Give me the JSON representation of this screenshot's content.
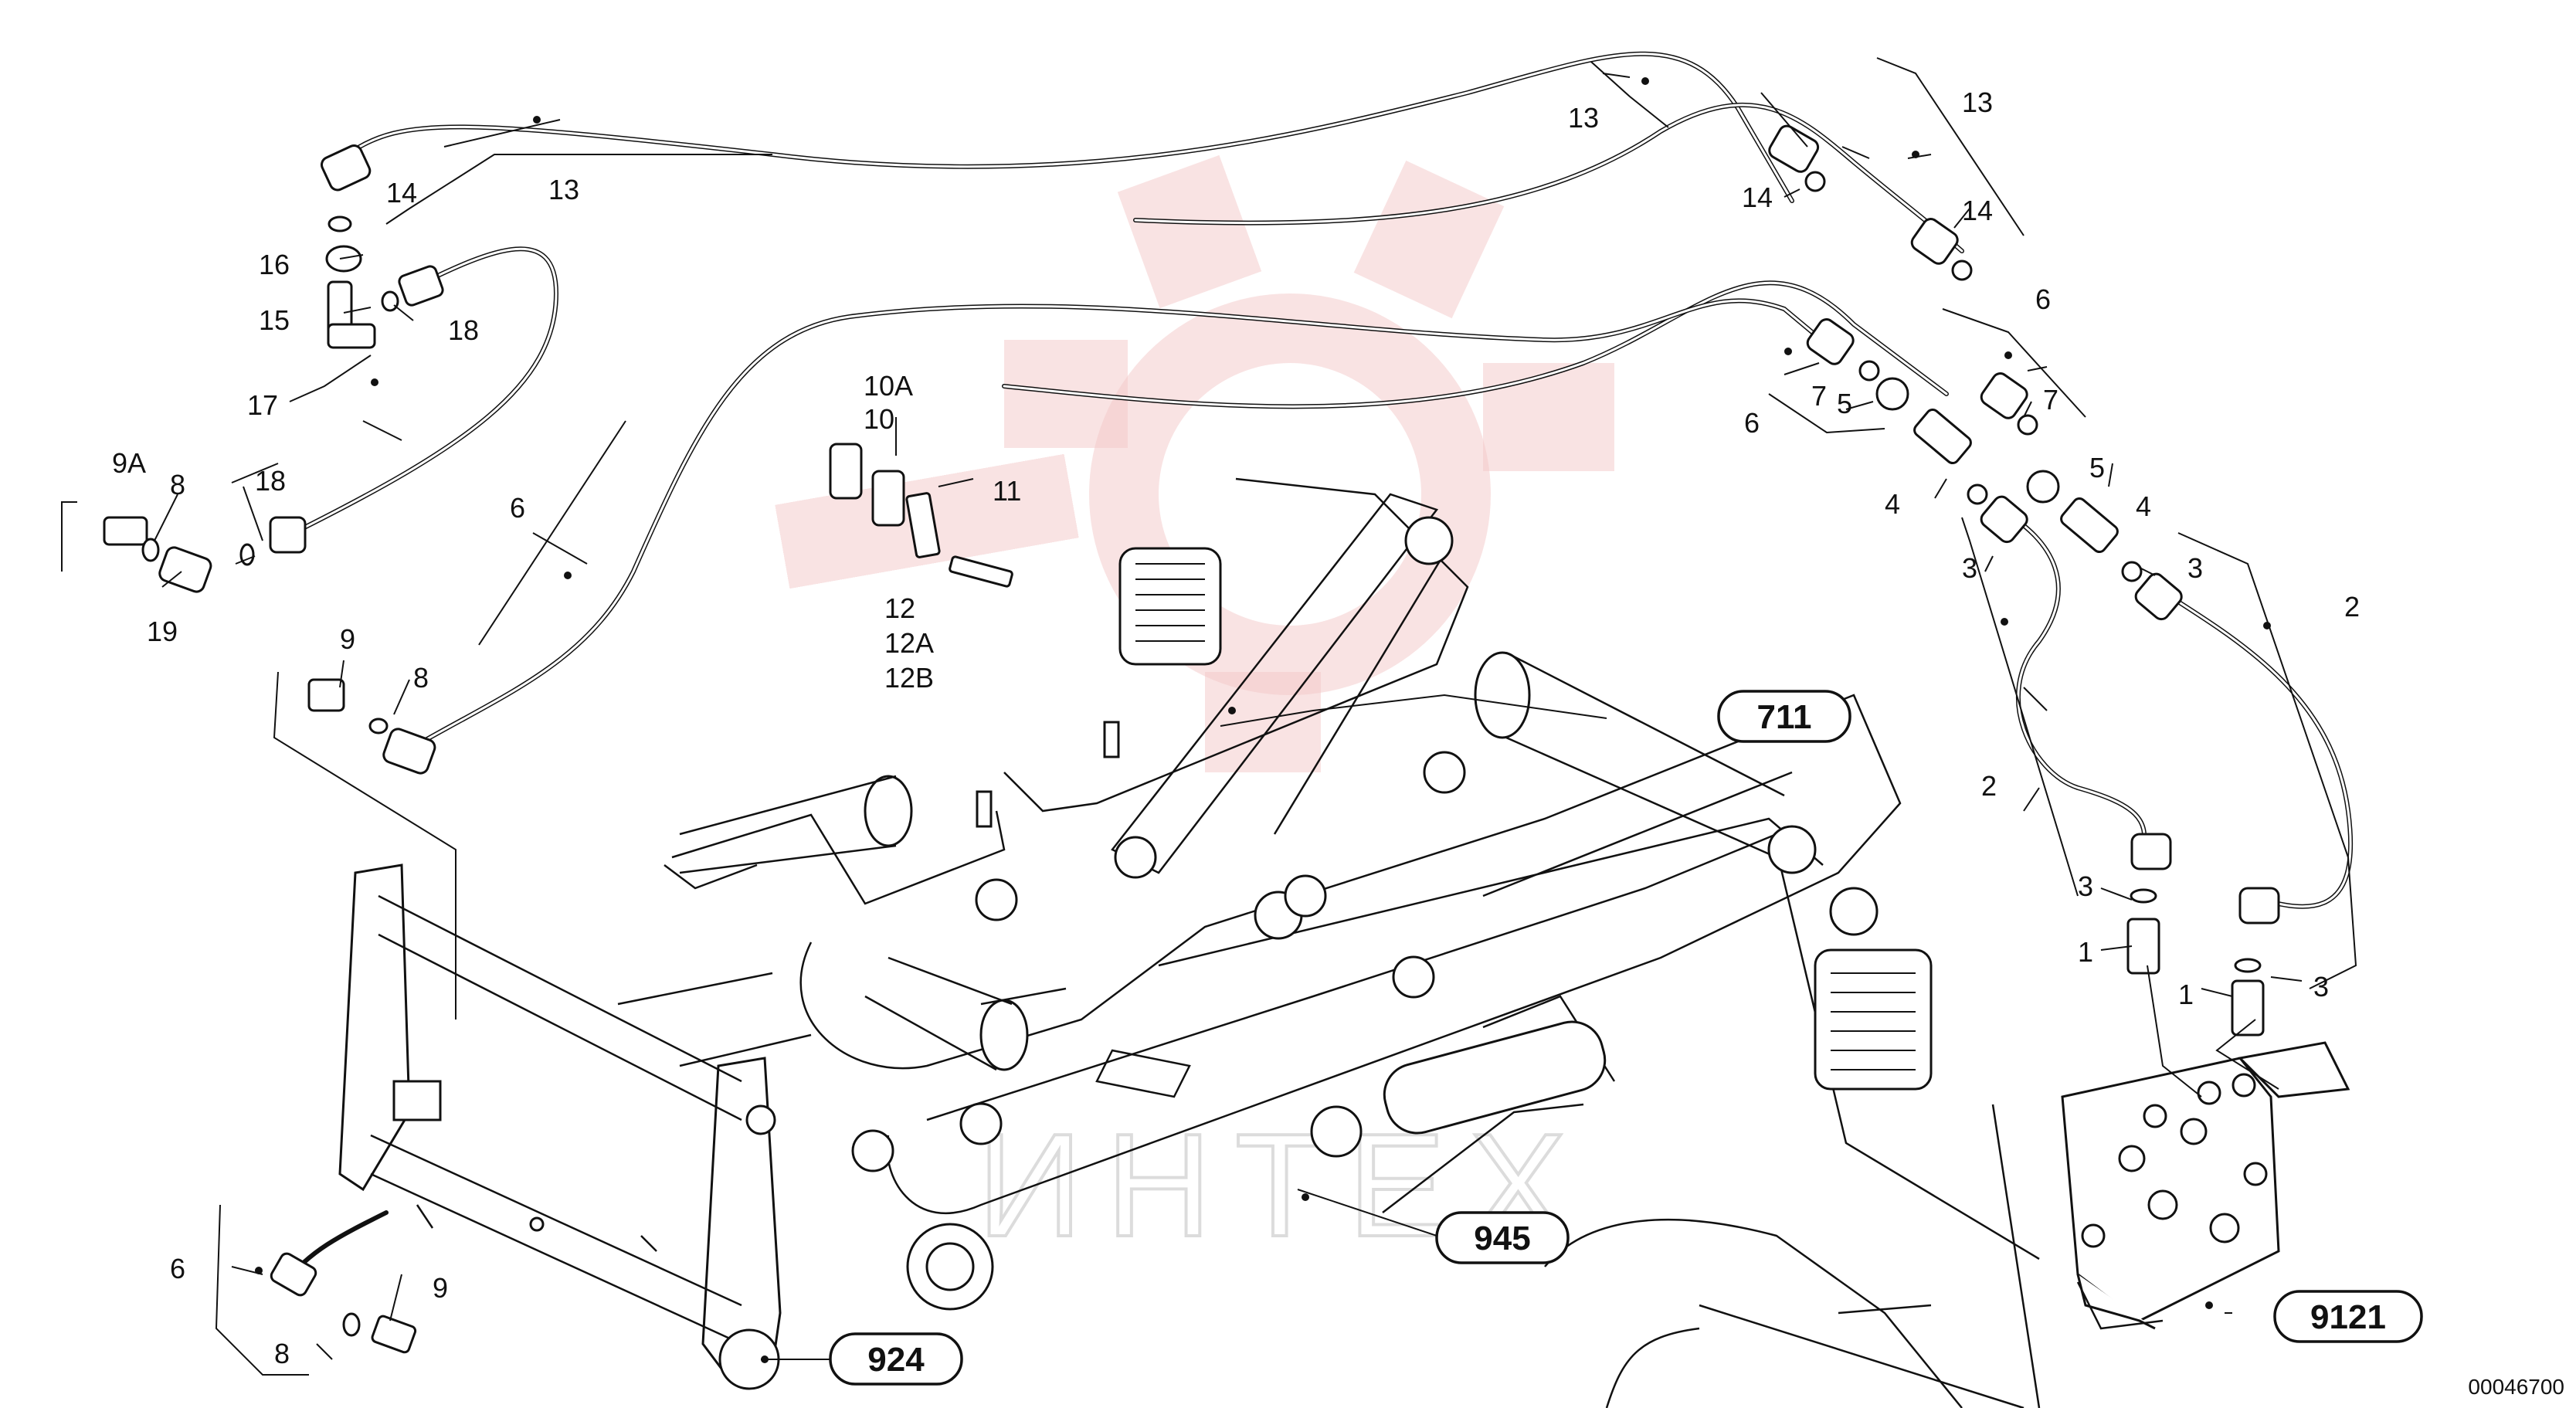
{
  "watermark_text": "ИНТЕХ",
  "drawing_code": "00046700",
  "callouts": [
    {
      "id": "c-13a",
      "text": "13"
    },
    {
      "id": "c-14a",
      "text": "14"
    },
    {
      "id": "c-16",
      "text": "16"
    },
    {
      "id": "c-15",
      "text": "15"
    },
    {
      "id": "c-18a",
      "text": "18"
    },
    {
      "id": "c-17",
      "text": "17"
    },
    {
      "id": "c-9a",
      "text": "9A"
    },
    {
      "id": "c-8a",
      "text": "8"
    },
    {
      "id": "c-18b",
      "text": "18"
    },
    {
      "id": "c-19",
      "text": "19"
    },
    {
      "id": "c-9b",
      "text": "9"
    },
    {
      "id": "c-8b",
      "text": "8"
    },
    {
      "id": "c-6a",
      "text": "6"
    },
    {
      "id": "c-10a",
      "text": "10A"
    },
    {
      "id": "c-10",
      "text": "10"
    },
    {
      "id": "c-11",
      "text": "11"
    },
    {
      "id": "c-12",
      "text": "12"
    },
    {
      "id": "c-12a",
      "text": "12A"
    },
    {
      "id": "c-12b",
      "text": "12B"
    },
    {
      "id": "c-13b",
      "text": "13"
    },
    {
      "id": "c-14b",
      "text": "14"
    },
    {
      "id": "c-13c",
      "text": "13"
    },
    {
      "id": "c-14c",
      "text": "14"
    },
    {
      "id": "c-6b",
      "text": "6"
    },
    {
      "id": "c-7a",
      "text": "7"
    },
    {
      "id": "c-6c",
      "text": "6"
    },
    {
      "id": "c-7b",
      "text": "7"
    },
    {
      "id": "c-5a",
      "text": "5"
    },
    {
      "id": "c-5b",
      "text": "5"
    },
    {
      "id": "c-4a",
      "text": "4"
    },
    {
      "id": "c-4b",
      "text": "4"
    },
    {
      "id": "c-3a",
      "text": "3"
    },
    {
      "id": "c-3b",
      "text": "3"
    },
    {
      "id": "c-2a",
      "text": "2"
    },
    {
      "id": "c-2b",
      "text": "2"
    },
    {
      "id": "c-3c",
      "text": "3"
    },
    {
      "id": "c-1a",
      "text": "1"
    },
    {
      "id": "c-1b",
      "text": "1"
    },
    {
      "id": "c-3d",
      "text": "3"
    },
    {
      "id": "c-6d",
      "text": "6"
    },
    {
      "id": "c-8c",
      "text": "8"
    },
    {
      "id": "c-9c",
      "text": "9"
    }
  ],
  "references": [
    {
      "id": "r-711",
      "text": "711"
    },
    {
      "id": "r-945",
      "text": "945"
    },
    {
      "id": "r-924",
      "text": "924"
    },
    {
      "id": "r-9121",
      "text": "9121"
    }
  ]
}
